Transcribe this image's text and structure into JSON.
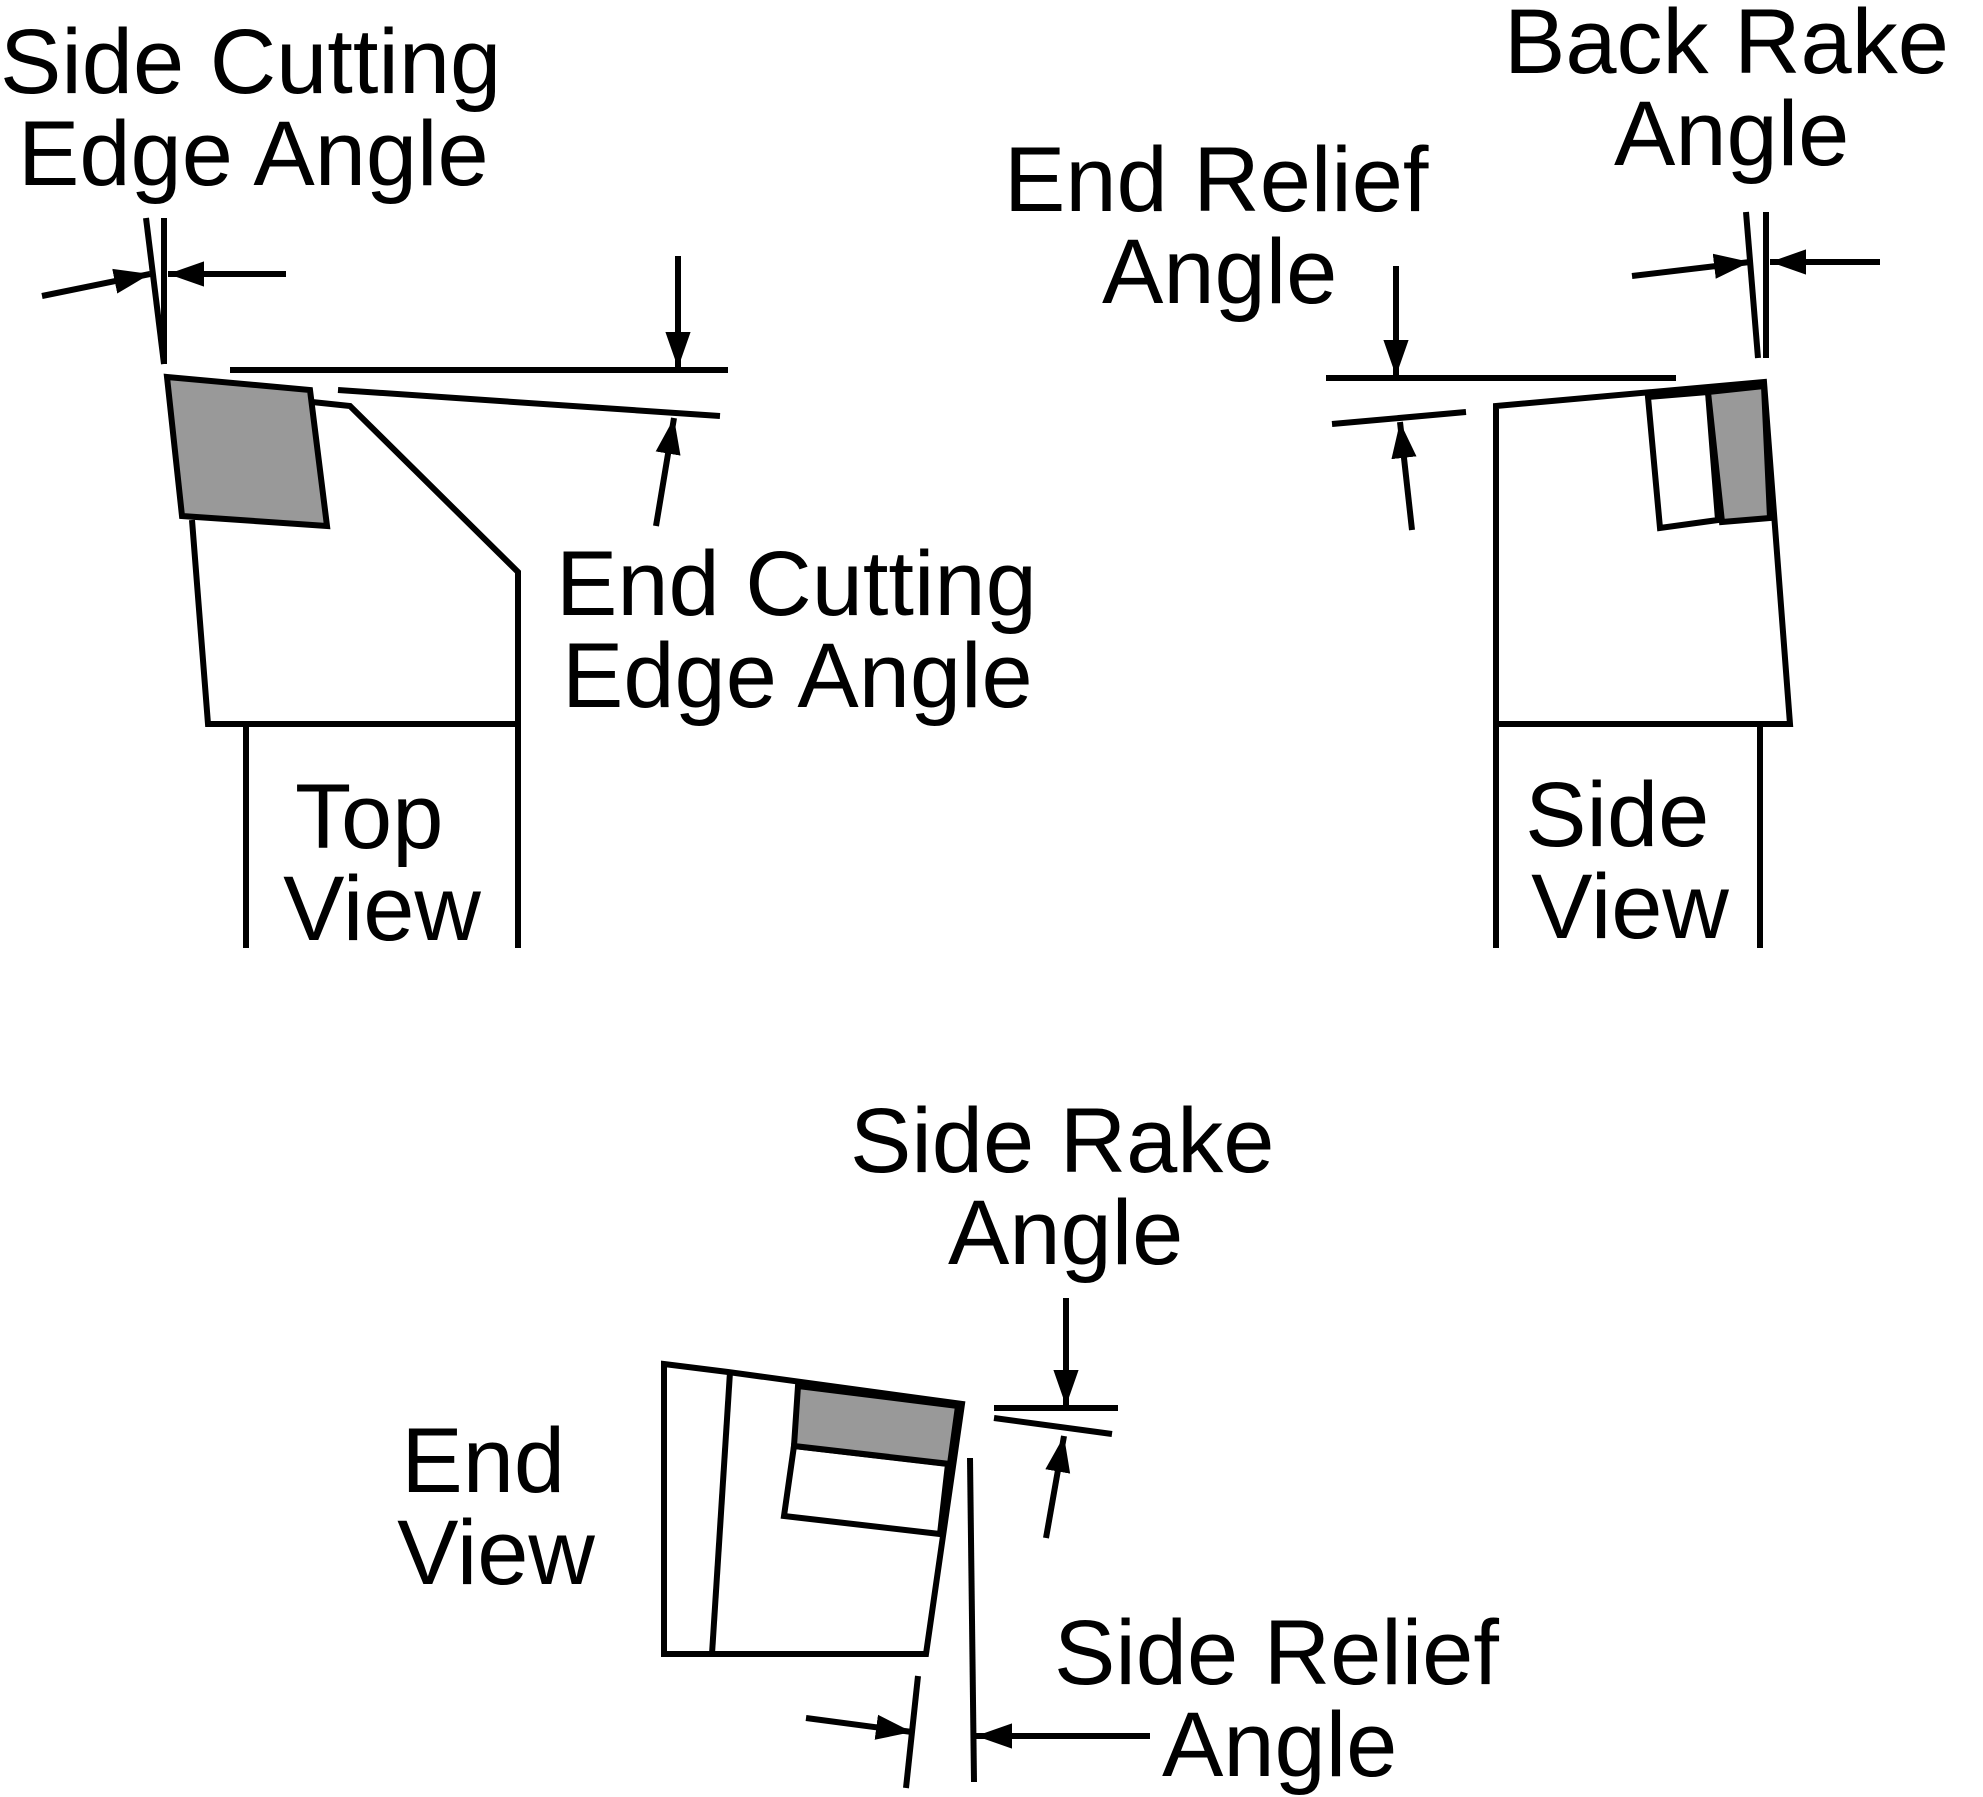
{
  "colors": {
    "ink": "#000000",
    "insert_fill": "#999999",
    "background": "#ffffff"
  },
  "labels": {
    "side_cutting_edge_angle": [
      "Side Cutting",
      "Edge Angle"
    ],
    "end_cutting_edge_angle": [
      "End Cutting",
      "Edge Angle"
    ],
    "top_view": [
      "Top",
      "View"
    ],
    "back_rake_angle": [
      "Back Rake",
      "Angle"
    ],
    "end_relief_angle": [
      "End Relief",
      "Angle"
    ],
    "side_view": [
      "Side",
      "View"
    ],
    "side_rake_angle": [
      "Side Rake",
      "Angle"
    ],
    "end_view": [
      "End",
      "View"
    ],
    "side_relief_angle": [
      "Side Relief",
      "Angle"
    ]
  }
}
